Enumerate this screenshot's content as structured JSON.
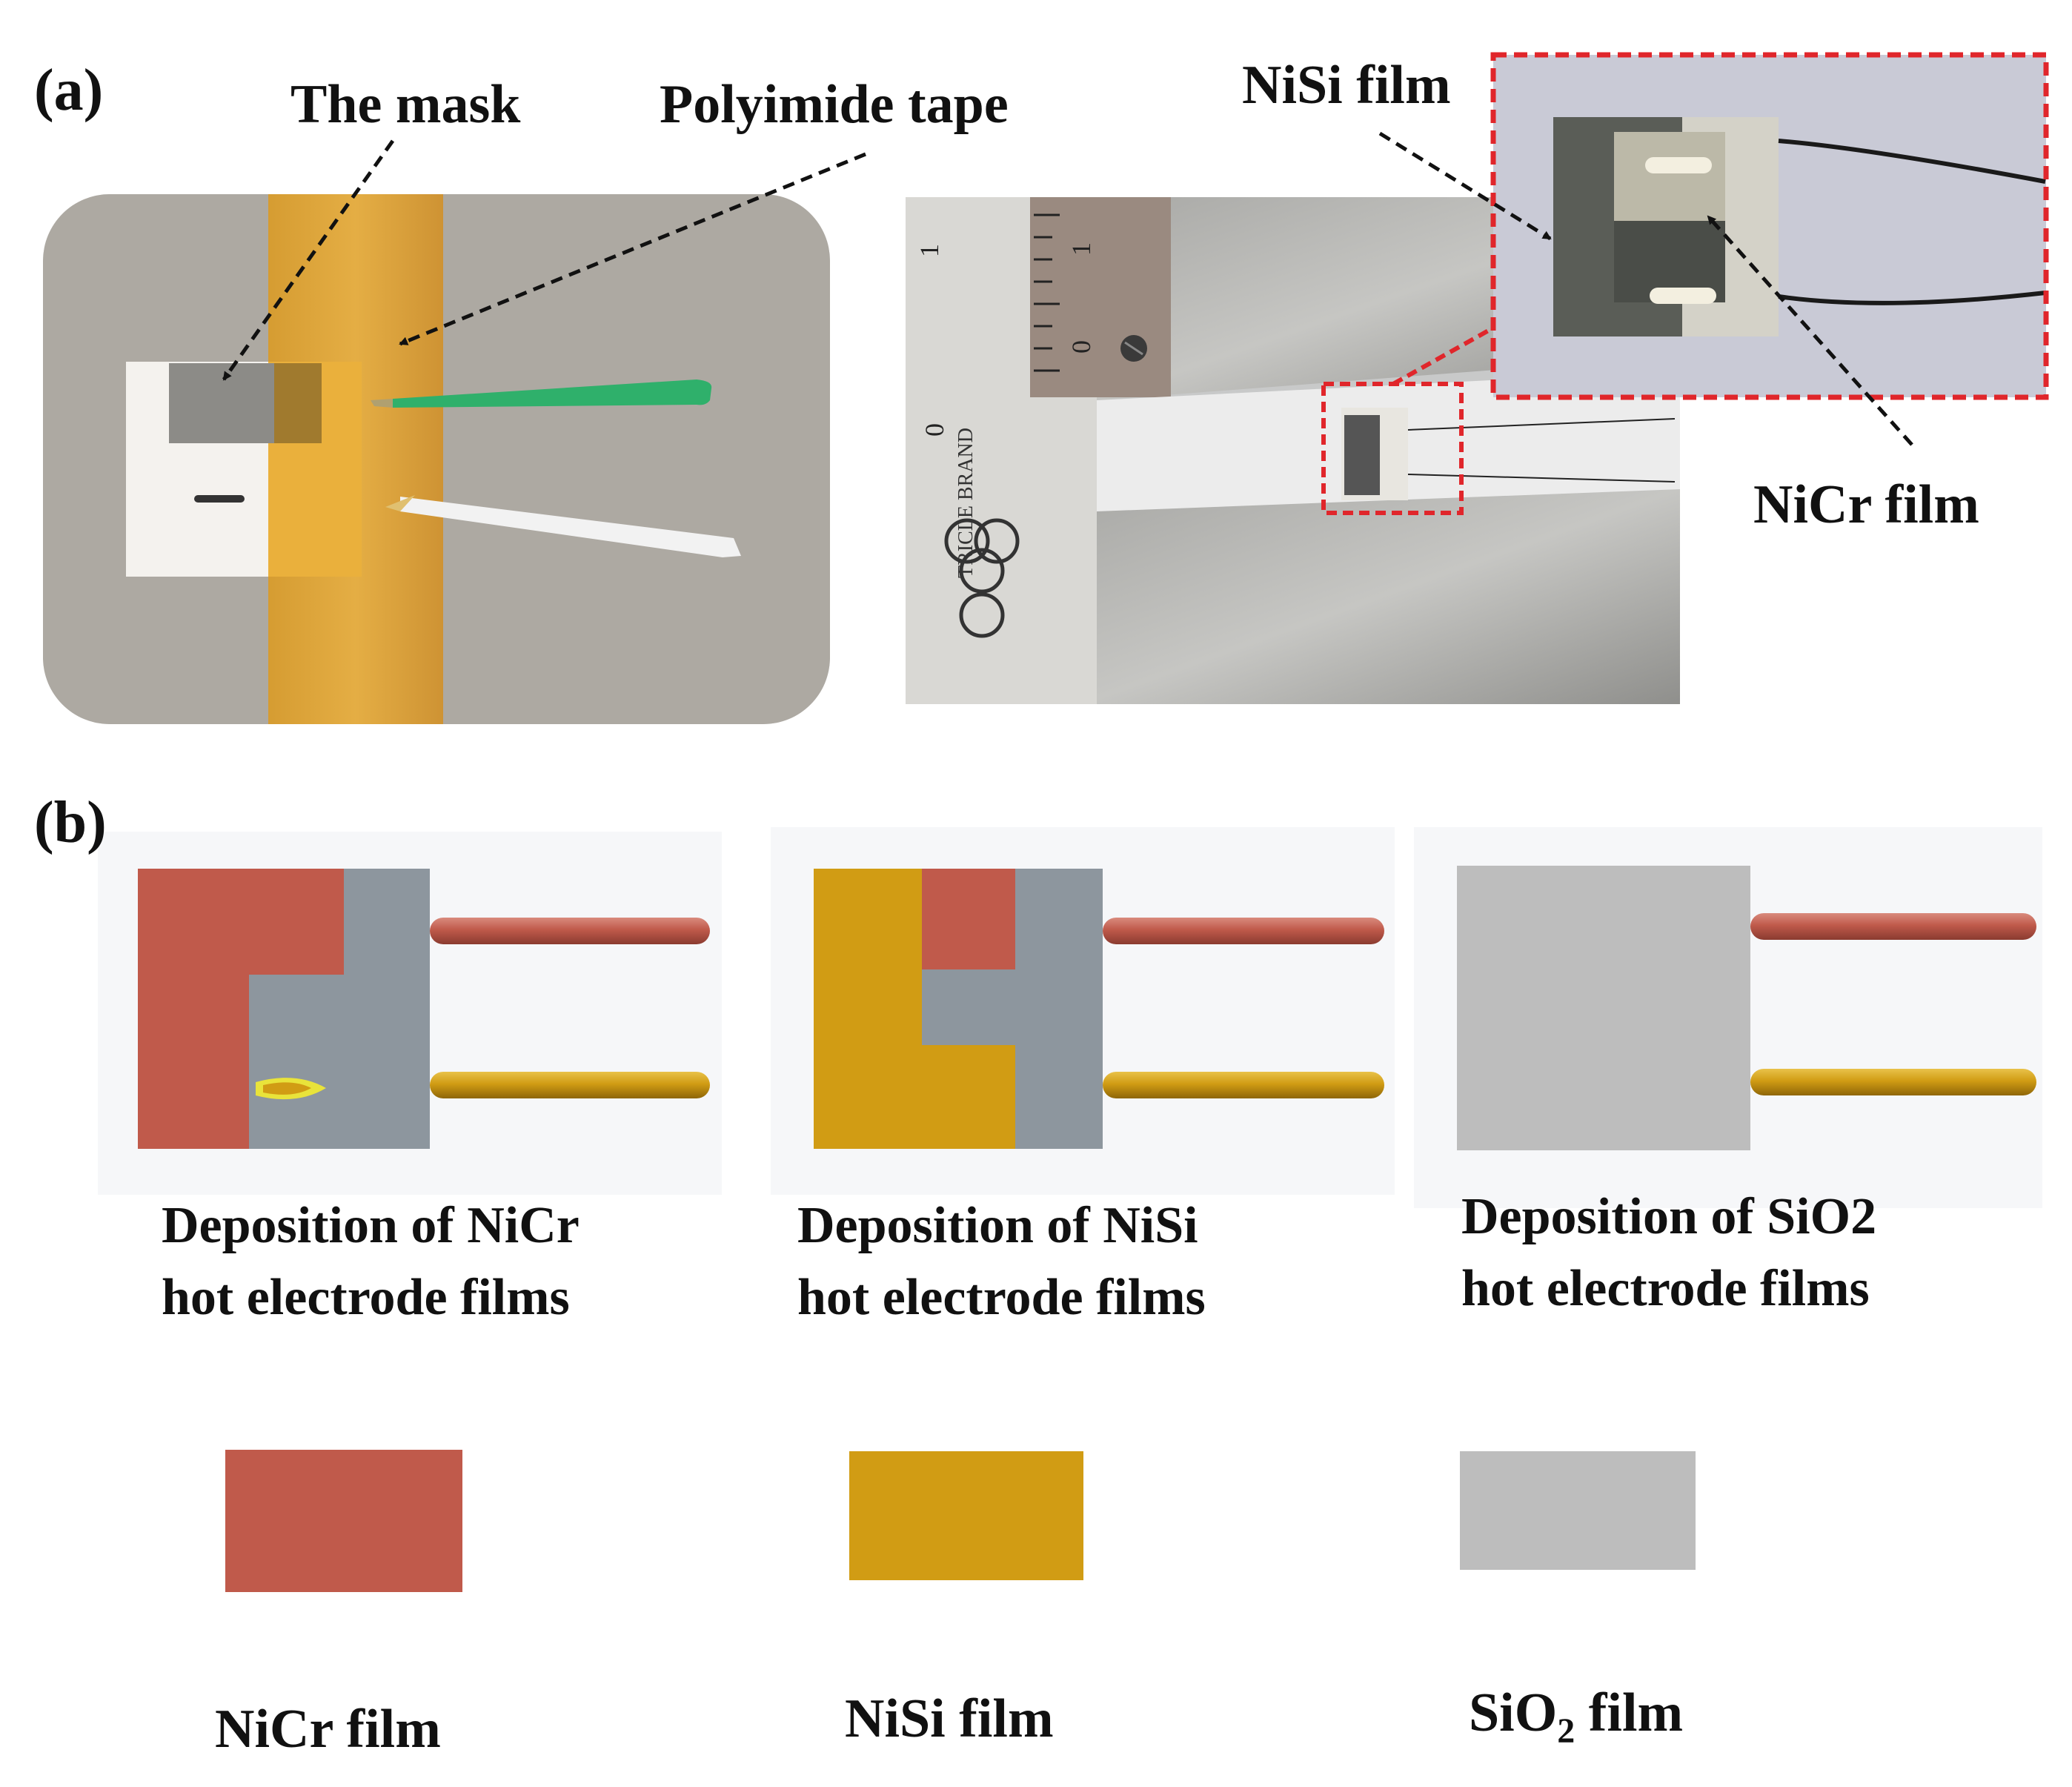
{
  "panel_a": {
    "label": "(a)",
    "callouts": {
      "mask": "The mask",
      "tape": "Polyimide tape",
      "nisi": "NiSi film",
      "nicr": "NiCr film"
    },
    "ruler_marks": {
      "top_one": "1",
      "top_zero": "0",
      "top_one_b": "1",
      "side_zero": "0"
    },
    "brand_text": "TRICLE BRAND"
  },
  "panel_b": {
    "label": "(b)",
    "steps": [
      {
        "line1": "Deposition of NiCr",
        "line2": "hot electrode films"
      },
      {
        "line1": "Deposition of NiSi",
        "line2": "hot electrode films"
      },
      {
        "line1": "Deposition of SiO2",
        "line2": "hot electrode films"
      }
    ],
    "legend": [
      {
        "label": "NiCr film",
        "color": "#c05a4b"
      },
      {
        "label": "NiSi film",
        "color": "#d19c14"
      },
      {
        "label_base": "SiO",
        "label_sub": "2",
        "label_tail": " film",
        "color": "#bdbdbd"
      }
    ]
  },
  "colors": {
    "nicr": "#c05a4b",
    "nisi": "#d19c14",
    "sio2": "#bdbdbd",
    "substrate": "#8d969e",
    "tape": "#e3a224",
    "inset_border": "#e0262b"
  }
}
